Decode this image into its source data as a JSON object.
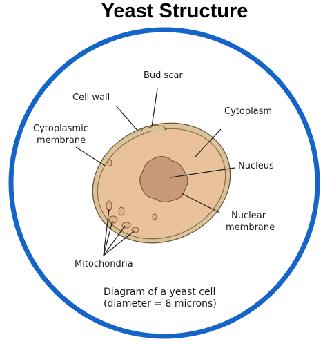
{
  "title": "Yeast Structure",
  "labels": {
    "bud_scar": "Bud scar",
    "cell_wall": "Cell wall",
    "cytoplasm": "Cytoplasm",
    "cytoplasmic_membrane_1": "Cytoplasmic",
    "cytoplasmic_membrane_2": "membrane",
    "nucleus": "Nucleus",
    "nuclear_membrane_1": "Nuclear",
    "nuclear_membrane_2": "membrane",
    "mitochondria": "Mitochondria"
  },
  "caption": {
    "line1": "Diagram of a yeast cell",
    "line2": "(diameter = 8 microns)"
  },
  "colors": {
    "ring": "#1565c8",
    "cell_wall": "#d9c39a",
    "cytoplasm": "#e9c29c",
    "cytoplasm_edge": "#8a6a45",
    "nucleus": "#c99a7a",
    "mitochondria": "#e2b48c"
  }
}
